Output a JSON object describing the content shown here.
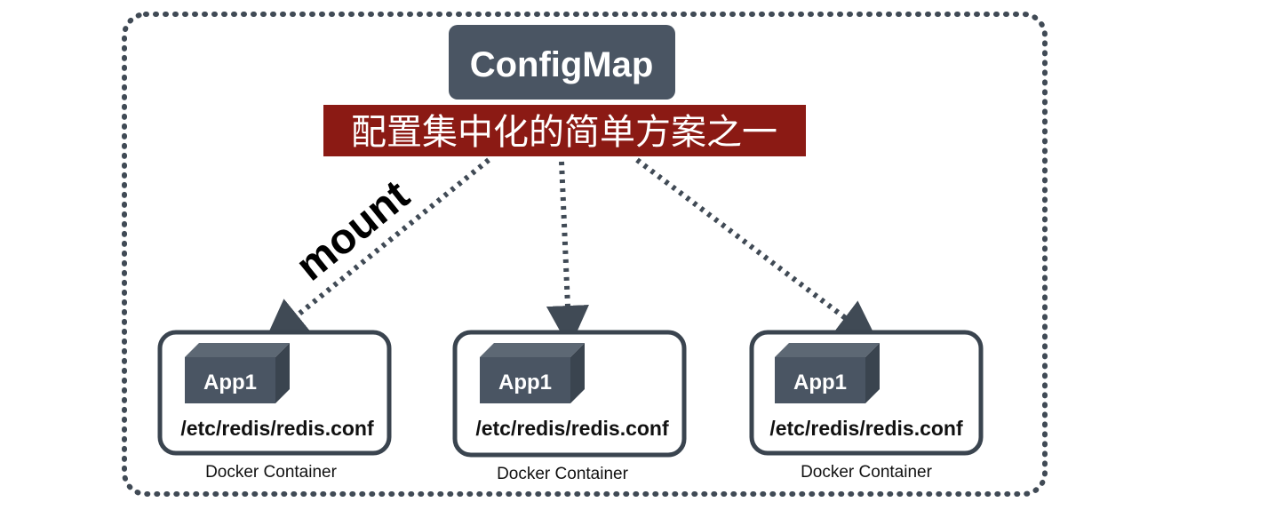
{
  "configmap": {
    "label": "ConfigMap"
  },
  "banner": {
    "text": "配置集中化的简单方案之一"
  },
  "edge_label": {
    "text": "mount"
  },
  "containers": [
    {
      "app": "App1",
      "path": "/etc/redis/redis.conf",
      "caption": "Docker Container"
    },
    {
      "app": "App1",
      "path": "/etc/redis/redis.conf",
      "caption": "Docker Container"
    },
    {
      "app": "App1",
      "path": "/etc/redis/redis.conf",
      "caption": "Docker Container"
    }
  ],
  "colors": {
    "node_fill": "#4a5563",
    "cube_side": "#3a444f",
    "cube_top": "#5d6874",
    "banner_fill": "#8b1a14",
    "dotted_stroke": "#404a55",
    "text_dark": "#111111",
    "text_light": "#ffffff"
  }
}
